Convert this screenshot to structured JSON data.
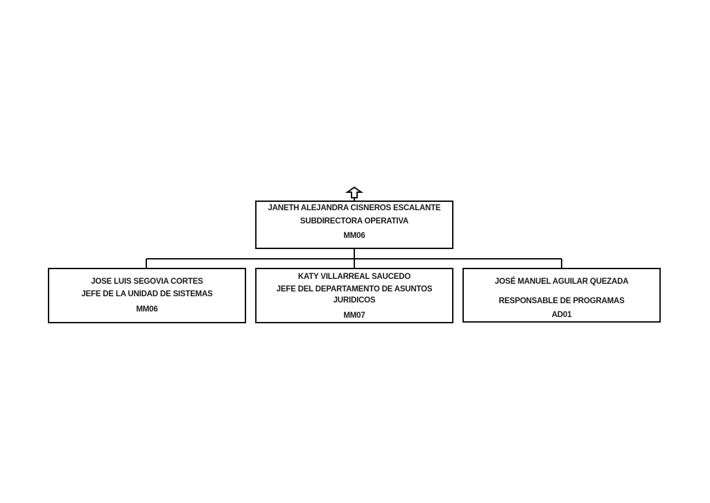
{
  "top": {
    "name": "JANETH ALEJANDRA CISNEROS ESCALANTE",
    "title": "SUBDIRECTORA OPERATIVA",
    "code": "MM06"
  },
  "children": [
    {
      "name": "JOSE LUIS SEGOVIA CORTES",
      "title": "JEFE DE LA UNIDAD DE SISTEMAS",
      "code": "MM06"
    },
    {
      "name": "KATY VILLARREAL SAUCEDO",
      "title": "JEFE DEL DEPARTAMENTO DE ASUNTOS JURIDICOS",
      "code": "MM07"
    },
    {
      "name": "JOSÉ MANUEL AGUILAR QUEZADA",
      "title": "RESPONSABLE DE PROGRAMAS",
      "code": "AD01"
    }
  ],
  "colors": {
    "line": "#111111",
    "background": "#ffffff"
  },
  "icons": {
    "up_marker": "up-arrow-icon"
  }
}
